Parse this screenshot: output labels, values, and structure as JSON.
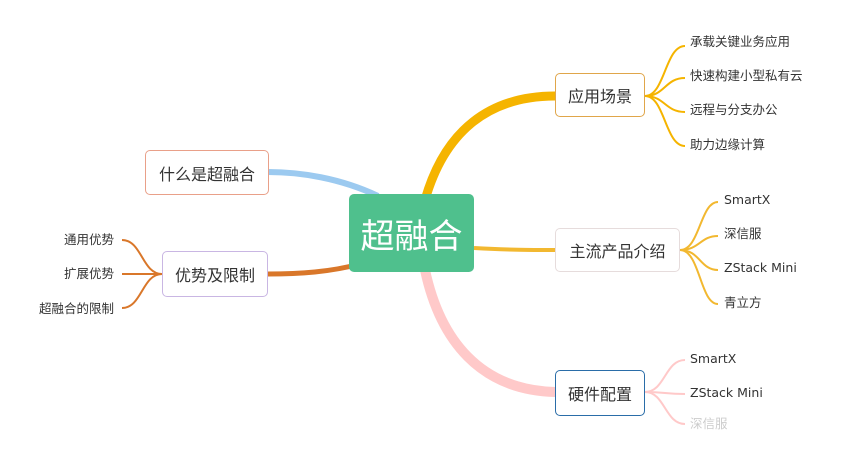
{
  "center": {
    "label": "超融合"
  },
  "branches": {
    "app_scenarios": {
      "label": "应用场景",
      "color": "#f5b400",
      "leaves": [
        "承载关键业务应用",
        "快速构建小型私有云",
        "远程与分支办公",
        "助力边缘计算"
      ]
    },
    "mainstream_products": {
      "label": "主流产品介绍",
      "color": "#f2b830",
      "leaves": [
        "SmartX",
        "深信服",
        "ZStack Mini",
        "青立方"
      ]
    },
    "hardware": {
      "label": "硬件配置",
      "color": "#ffc4c4",
      "border": "#2a6da8",
      "leaves": [
        "SmartX",
        "ZStack Mini",
        "深信服"
      ]
    },
    "what_is": {
      "label": "什么是超融合",
      "color": "#9ccaf0",
      "border": "#e9a089"
    },
    "pros_cons": {
      "label": "优势及限制",
      "color": "#d9772a",
      "border": "#c9b6e3",
      "leaves": [
        "通用优势",
        "扩展优势",
        "超融合的限制"
      ]
    }
  }
}
